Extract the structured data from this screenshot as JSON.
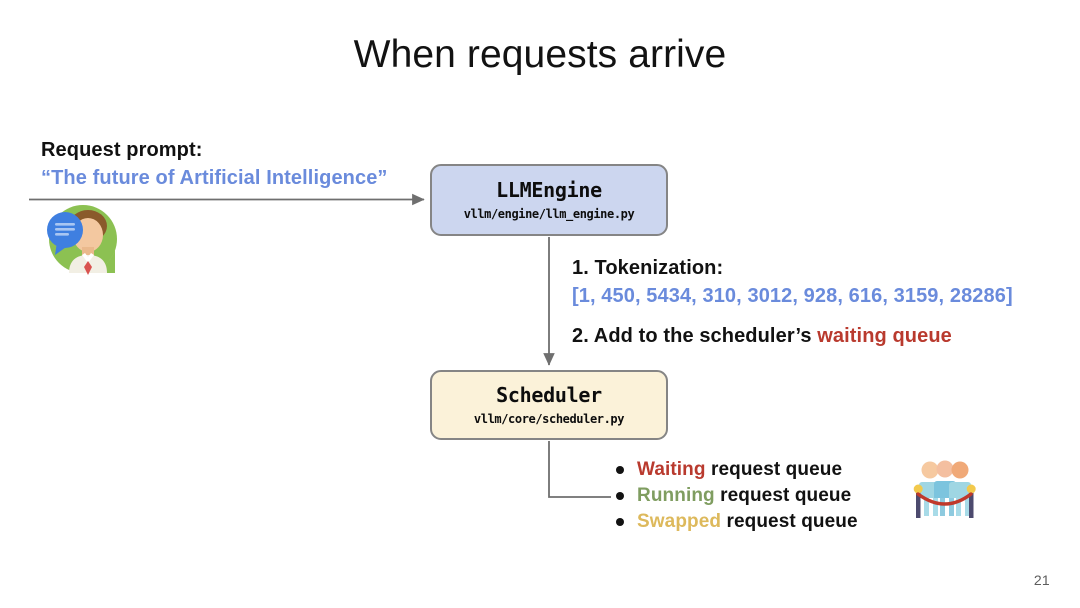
{
  "slide": {
    "title": "When requests arrive",
    "page_number": "21",
    "background_color": "#ffffff"
  },
  "prompt": {
    "label": "Request prompt:",
    "value": "“The future of Artificial Intelligence”",
    "value_color": "#6a8bdc",
    "avatar_icon": "person-with-speech-bubble-icon"
  },
  "boxes": [
    {
      "id": "llmengine",
      "title": "LLMEngine",
      "subtitle": "vllm/engine/llm_engine.py",
      "fill": "#ccd6ef",
      "border": "#858585"
    },
    {
      "id": "scheduler",
      "title": "Scheduler",
      "subtitle": "vllm/core/scheduler.py",
      "fill": "#fbf2d9",
      "border": "#858585"
    }
  ],
  "steps": {
    "step1_label": "1. Tokenization:",
    "step1_tokens": "[1, 450, 5434, 310, 3012, 928, 616, 3159, 28286]",
    "step1_tokens_color": "#6a8bdc",
    "step2_prefix": "2. Add to the scheduler’s ",
    "step2_keyword": "waiting queue",
    "step2_keyword_color": "#b93a2e"
  },
  "queues": {
    "items": [
      {
        "name": "Waiting",
        "suffix": " request queue",
        "color": "#b93a2e"
      },
      {
        "name": "Running",
        "suffix": " request queue",
        "color": "#7f9d60"
      },
      {
        "name": "Swapped",
        "suffix": " request queue",
        "color": "#ddb95c"
      }
    ],
    "icon": "people-in-queue-icon"
  },
  "connectors": {
    "stroke": "#6f6f6f",
    "arrow_prompt_to_engine": "horizontal",
    "arrow_engine_to_scheduler": "vertical",
    "elbow_scheduler_to_queues": "down-then-right"
  }
}
